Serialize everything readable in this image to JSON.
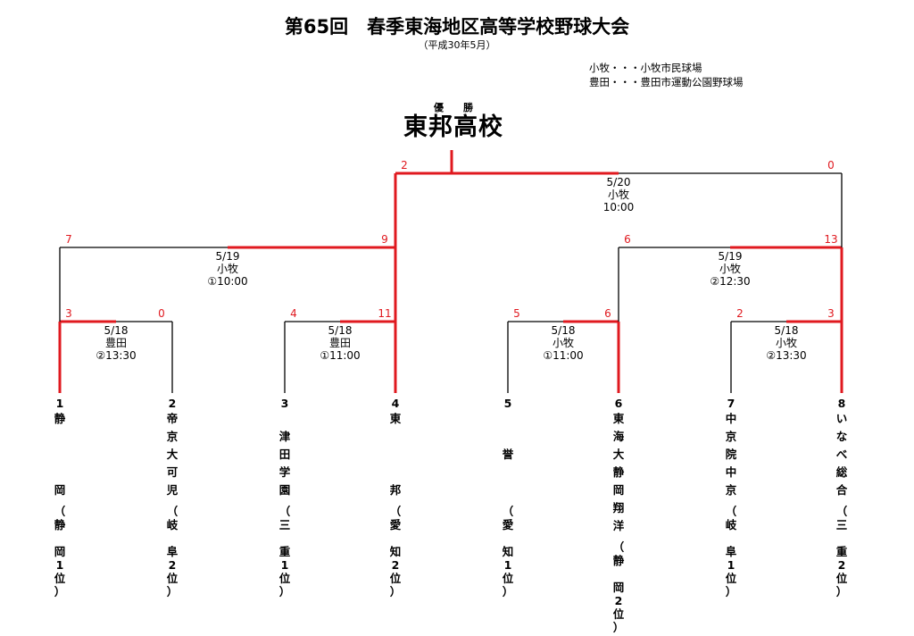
{
  "title": "第65回　春季東海地区高等学校野球大会",
  "subtitle": "（平成30年5月）",
  "legend": [
    "小牧・・・小牧市民球場",
    "豊田・・・豊田市運動公園野球場"
  ],
  "champion": {
    "label": "優勝",
    "name": "東邦高校"
  },
  "colors": {
    "line": "#000000",
    "winner": "#e0191f",
    "score": "#e0191f"
  },
  "teams": [
    {
      "seed": "1",
      "name_top": [
        "静"
      ],
      "name_bottom": [
        "岡"
      ],
      "pref": [
        "（",
        "静",
        "",
        "岡",
        "1",
        "位",
        "）"
      ]
    },
    {
      "seed": "2",
      "name_top": [
        "帝",
        "京",
        "大",
        "可",
        "児"
      ],
      "name_bottom": [],
      "pref": [
        "（",
        "岐",
        "",
        "阜",
        "2",
        "位",
        "）"
      ]
    },
    {
      "seed": "3",
      "name_top": [
        "",
        "津",
        "田",
        "学",
        "園"
      ],
      "name_bottom": [],
      "pref": [
        "（",
        "三",
        "",
        "重",
        "1",
        "位",
        "）"
      ]
    },
    {
      "seed": "4",
      "name_top": [
        "東"
      ],
      "name_bottom": [
        "邦"
      ],
      "pref": [
        "（",
        "愛",
        "",
        "知",
        "2",
        "位",
        "）"
      ]
    },
    {
      "seed": "5",
      "name_top": [
        "",
        "",
        "誉"
      ],
      "name_bottom": [],
      "pref": [
        "（",
        "愛",
        "",
        "知",
        "1",
        "位",
        "）"
      ]
    },
    {
      "seed": "6",
      "name_top": [
        "東",
        "海",
        "大",
        "静",
        "岡",
        "翔",
        "洋"
      ],
      "name_bottom": [],
      "pref": [
        "（",
        "静",
        "",
        "岡",
        "2",
        "位",
        "）"
      ]
    },
    {
      "seed": "7",
      "name_top": [
        "中",
        "京",
        "院",
        "中",
        "京"
      ],
      "name_bottom": [],
      "pref": [
        "（",
        "岐",
        "",
        "阜",
        "1",
        "位",
        "）"
      ]
    },
    {
      "seed": "8",
      "name_top": [
        "い",
        "な",
        "べ",
        "総",
        "合"
      ],
      "name_bottom": [],
      "pref": [
        "（",
        "三",
        "",
        "重",
        "2",
        "位",
        "）"
      ]
    }
  ],
  "round1": [
    {
      "date": "5/18",
      "venue": "豊田",
      "time": "②13:30",
      "score_left": "3",
      "score_right": "0",
      "winner": "left"
    },
    {
      "date": "5/18",
      "venue": "豊田",
      "time": "①11:00",
      "score_left": "4",
      "score_right": "11",
      "winner": "right"
    },
    {
      "date": "5/18",
      "venue": "小牧",
      "time": "①11:00",
      "score_left": "5",
      "score_right": "6",
      "winner": "right"
    },
    {
      "date": "5/18",
      "venue": "小牧",
      "time": "②13:30",
      "score_left": "2",
      "score_right": "3",
      "winner": "right"
    }
  ],
  "semifinal": [
    {
      "date": "5/19",
      "venue": "小牧",
      "time": "①10:00",
      "score_left": "7",
      "score_right": "9",
      "winner": "right"
    },
    {
      "date": "5/19",
      "venue": "小牧",
      "time": "②12:30",
      "score_left": "6",
      "score_right": "13",
      "winner": "right"
    }
  ],
  "final": {
    "date": "5/20",
    "venue": "小牧",
    "time": "10:00",
    "score_left": "2",
    "score_right": "0",
    "winner": "left"
  }
}
